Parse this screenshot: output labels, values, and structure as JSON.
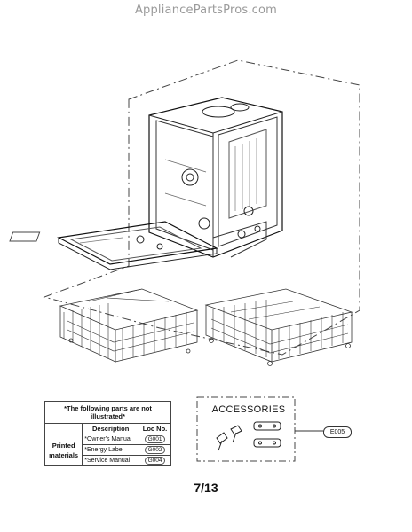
{
  "watermark": "AppliancePartsPros.com",
  "parts_table": {
    "caption": "*The following parts are not illustrated*",
    "header_description": "Description",
    "header_loc": "Loc No.",
    "group_line1": "Printed",
    "group_line2": "materials",
    "rows": [
      {
        "description": "*Owner's Manual",
        "loc": "G001"
      },
      {
        "description": "*Energy Label",
        "loc": "G002"
      },
      {
        "description": "*Service Manual",
        "loc": "G004"
      }
    ]
  },
  "accessories": {
    "title": "ACCESSORIES",
    "code": "E005"
  },
  "page_number": "7/13"
}
